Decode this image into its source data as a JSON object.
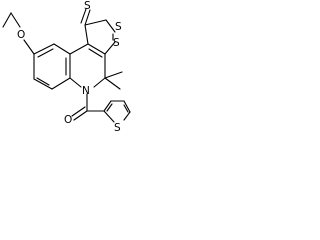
{
  "diagram": {
    "atoms": {
      "exocyclic_sulfur": "S",
      "ring_sulfur_1": "S",
      "ring_sulfur_2": "S",
      "thiophene_sulfur": "S",
      "ether_oxygen": "O",
      "carbonyl_oxygen": "O",
      "ring_nitrogen": "N"
    }
  }
}
